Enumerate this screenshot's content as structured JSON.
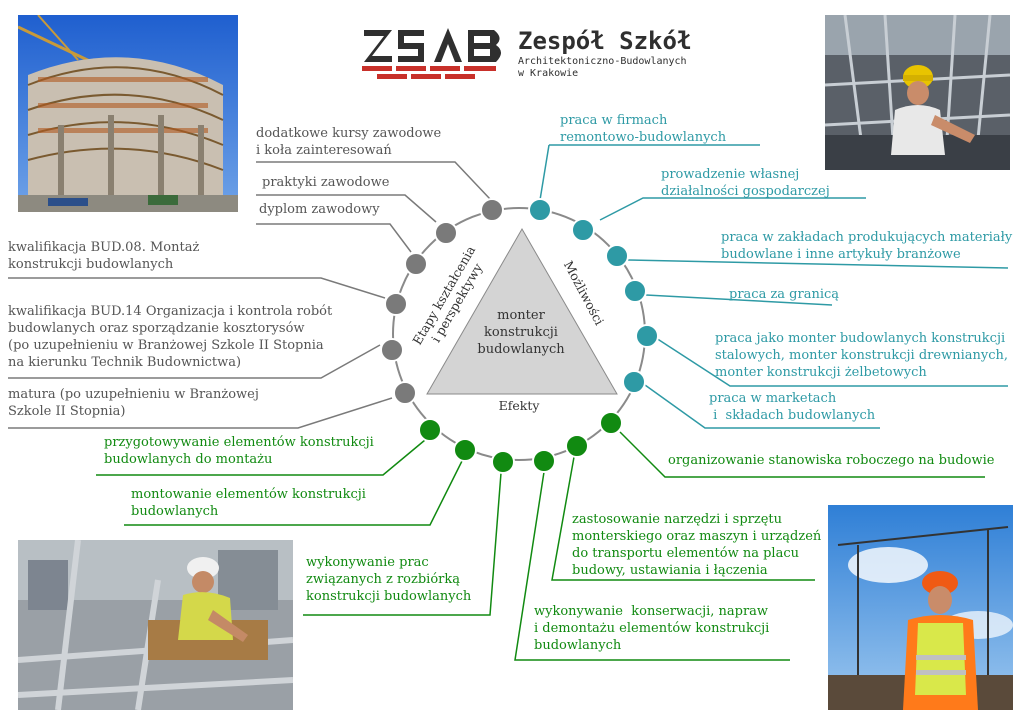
{
  "logo": {
    "mark": "ZSAB",
    "title": "Zespół Szkół",
    "subtitle_line1": "Architektoniczno-Budowlanych",
    "subtitle_line2": "w Krakowie"
  },
  "center": {
    "lines": [
      "monter",
      "konstrukcji",
      "budowlanych"
    ],
    "label_left_line1": "Etapy kształcenia",
    "label_left_line2": "i perspektywy",
    "label_right": "Możliwości",
    "label_bottom": "Efekty"
  },
  "colors": {
    "gray": "#7a7a7a",
    "teal": "#2e9aa5",
    "green": "#118a11",
    "text_gray": "#555555"
  },
  "etapy": [
    {
      "lines": [
        "dodatkowe kursy zawodowe",
        "i koła zainteresowań"
      ]
    },
    {
      "lines": [
        "praktyki zawodowe"
      ]
    },
    {
      "lines": [
        "dyplom zawodowy"
      ]
    },
    {
      "lines": [
        "kwalifikacja BUD.08. Montaż",
        "konstrukcji budowlanych"
      ]
    },
    {
      "lines": [
        "kwalifikacja BUD.14 Organizacja i kontrola robót",
        "budowlanych oraz sporządzanie kosztorysów",
        "(po uzupełnieniu w Branżowej Szkole II Stopnia",
        "na kierunku Technik Budownictwa)"
      ]
    },
    {
      "lines": [
        "matura (po uzupełnieniu w Branżowej",
        "Szkole II Stopnia)"
      ]
    }
  ],
  "mozliwosci": [
    {
      "lines": [
        "praca w firmach",
        "remontowo-budowlanych"
      ]
    },
    {
      "lines": [
        "prowadzenie własnej",
        "działalności gospodarczej"
      ]
    },
    {
      "lines": [
        "praca w zakładach produkujących materiały",
        "budowlane i inne artykuły branżowe"
      ]
    },
    {
      "lines": [
        "praca za granicą"
      ]
    },
    {
      "lines": [
        "praca jako monter budowlanych konstrukcji",
        "stalowych, monter konstrukcji drewnianych,",
        "monter konstrukcji żelbetowych"
      ]
    },
    {
      "lines": [
        "praca w marketach",
        " i  składach budowlanych"
      ]
    }
  ],
  "efekty": [
    {
      "lines": [
        "organizowanie stanowiska roboczego na budowie"
      ]
    },
    {
      "lines": [
        "zastosowanie narzędzi i sprzętu",
        "monterskiego oraz maszyn i urządzeń",
        "do transportu elementów na placu",
        "budowy, ustawiania i łączenia"
      ]
    },
    {
      "lines": [
        "wykonywanie  konserwacji, napraw",
        "i demontażu elementów konstrukcji",
        "budowlanych"
      ]
    },
    {
      "lines": [
        "wykonywanie prac",
        "związanych z rozbiórką",
        "konstrukcji budowlanych"
      ]
    },
    {
      "lines": [
        "montowanie elementów konstrukcji",
        "budowlanych"
      ]
    },
    {
      "lines": [
        "przygotowywanie elementów konstrukcji",
        "budowlanych do montażu"
      ]
    }
  ],
  "photos": {
    "top_left": "building-under-construction-photo",
    "top_right": "worker-with-yellow-helmet-photo",
    "bottom_left": "worker-on-scaffolding-photo",
    "bottom_right": "worker-with-orange-helmet-photo"
  }
}
